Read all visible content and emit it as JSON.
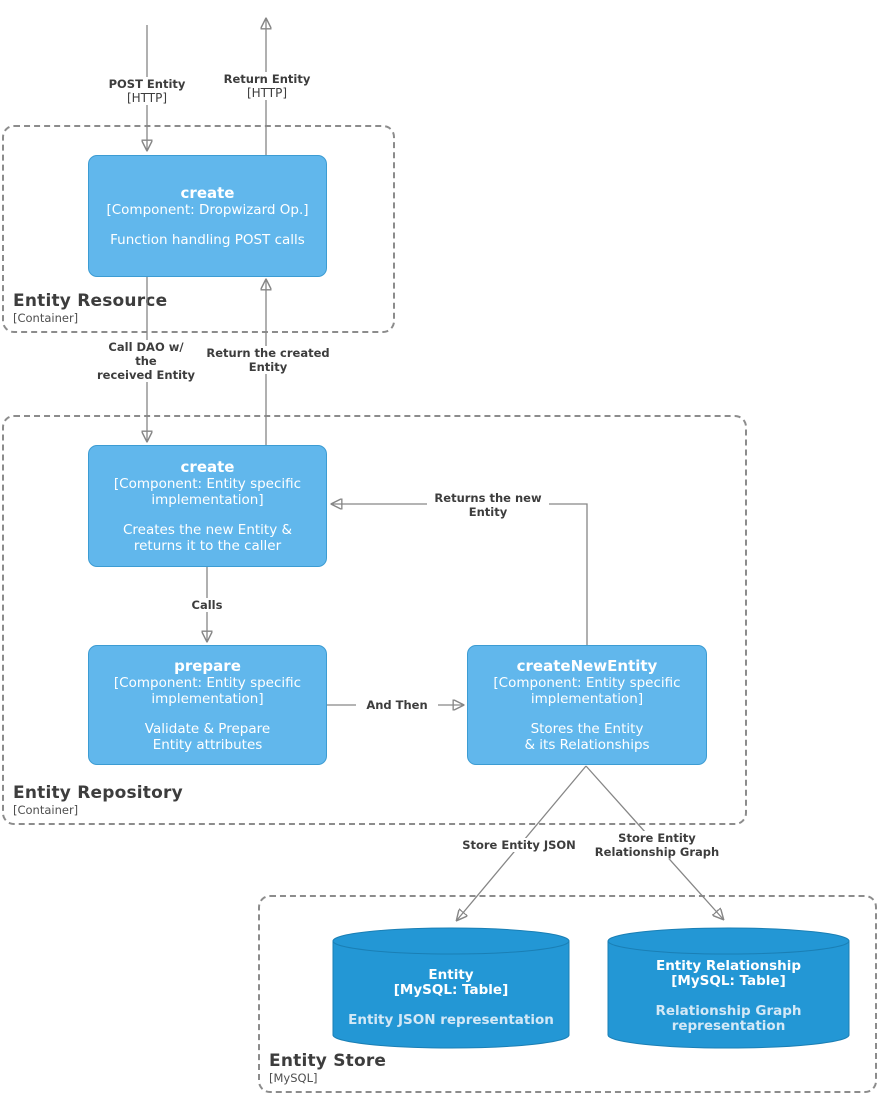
{
  "containers": {
    "resource": {
      "title": "Entity Resource",
      "subtitle": "[Container]"
    },
    "repository": {
      "title": "Entity Repository",
      "subtitle": "[Container]"
    },
    "store": {
      "title": "Entity Store",
      "subtitle": "[MySQL]"
    }
  },
  "components": {
    "res_create": {
      "title": "create",
      "sub1": "[Component: Dropwizard Op.]",
      "desc1": "Function handling POST calls"
    },
    "repo_create": {
      "title": "create",
      "sub1": "[Component: Entity specific",
      "sub2": "implementation]",
      "desc1": "Creates the new Entity &",
      "desc2": "returns it to the caller"
    },
    "prepare": {
      "title": "prepare",
      "sub1": "[Component: Entity specific",
      "sub2": "implementation]",
      "desc1": "Validate & Prepare",
      "desc2": "Entity attributes"
    },
    "create_new_entity": {
      "title": "createNewEntity",
      "sub1": "[Component: Entity specific",
      "sub2": "implementation]",
      "desc1": "Stores the Entity",
      "desc2": "& its Relationships"
    }
  },
  "databases": {
    "entity_table": {
      "title": "Entity",
      "sub": "[MySQL: Table]",
      "desc": "Entity JSON representation"
    },
    "entity_relationship_table": {
      "title": "Entity Relationship",
      "sub": "[MySQL: Table]",
      "desc1": "Relationship Graph",
      "desc2": "representation"
    }
  },
  "edge_labels": {
    "post": {
      "line1": "POST Entity",
      "line2": "[HTTP]"
    },
    "return_http": {
      "line1": "Return Entity",
      "line2": "[HTTP]"
    },
    "call_dao": {
      "line1": "Call DAO w/",
      "line2": "the",
      "line3": "received Entity"
    },
    "return_created": {
      "line1": "Return the created",
      "line2": "Entity"
    },
    "calls": "Calls",
    "and_then": "And Then",
    "returns_new": {
      "line1": "Returns the new",
      "line2": "Entity"
    },
    "store_json": "Store Entity JSON",
    "store_graph": {
      "line1": "Store Entity",
      "line2": "Relationship Graph"
    }
  },
  "colors": {
    "component_fill": "#61b7ec",
    "component_border": "#3c9cd3",
    "database_fill": "#2397d5",
    "database_border": "#1a7fb5",
    "connector": "#868686",
    "container_border": "#8c8c8c",
    "label_text": "#3d3d3d"
  }
}
